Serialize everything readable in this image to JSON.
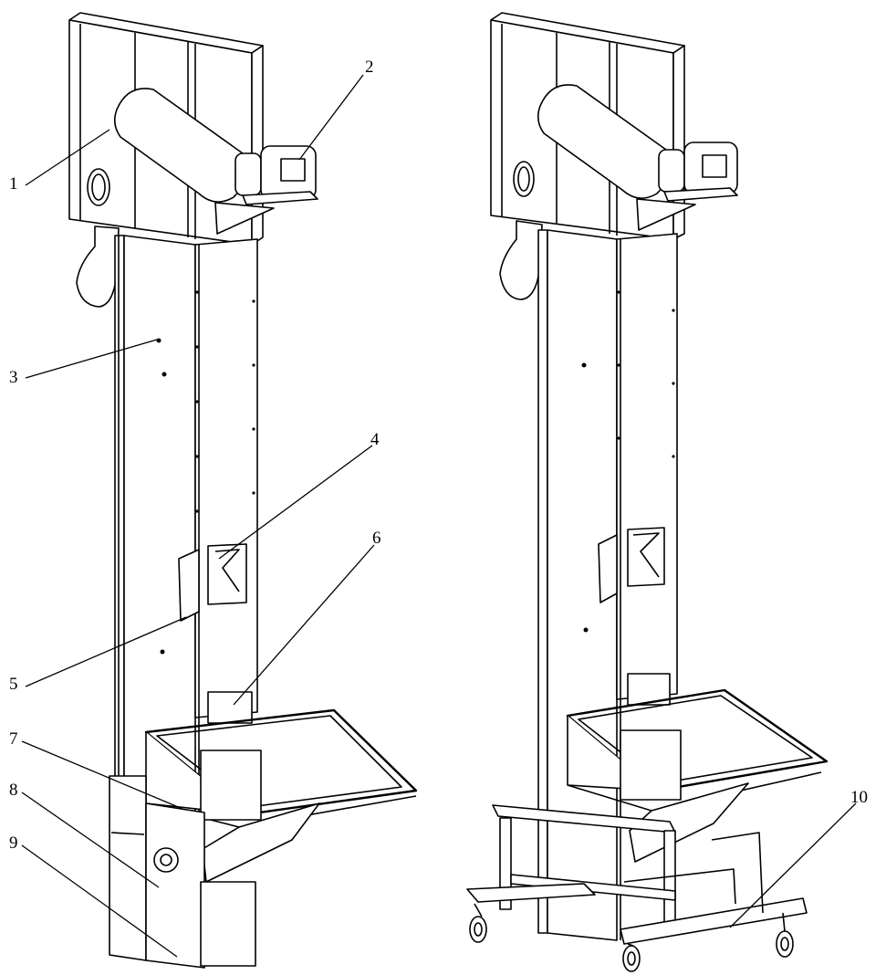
{
  "figure": {
    "labels": [
      "1",
      "2",
      "3",
      "4",
      "5",
      "6",
      "7",
      "8",
      "9",
      "10"
    ]
  },
  "colors": {
    "line": "#000000",
    "background": "#ffffff"
  },
  "icons": {
    "left": "bucket-elevator-drawing",
    "right": "bucket-elevator-with-cart-drawing"
  }
}
